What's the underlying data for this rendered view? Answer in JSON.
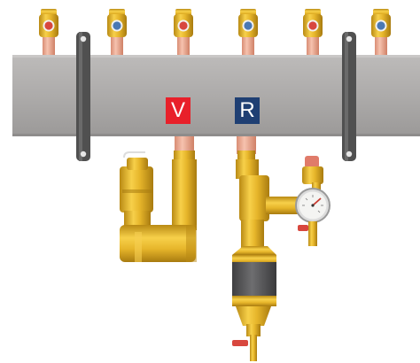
{
  "labels": {
    "supply": "V",
    "return": "R"
  },
  "label_colors": {
    "supply": "#e8202a",
    "return": "#1f3f73"
  },
  "valve_handle_colors": [
    "red",
    "blue",
    "red",
    "blue",
    "red",
    "blue"
  ],
  "colors": {
    "manifold": "#a9a7a6",
    "brass": "#e9b92c",
    "copper_pipe": "#e8a48a",
    "bracket": "#4d4d4d",
    "strainer_body": "#5d5d5f",
    "valve_red": "#d8473e",
    "valve_blue": "#4a78b4",
    "gauge_face": "#f4f4f2"
  }
}
